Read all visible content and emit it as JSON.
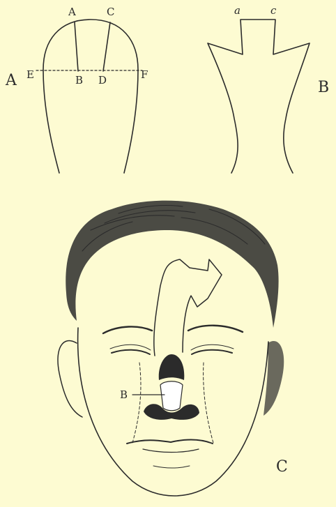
{
  "figure_a": {
    "panel_label": "A",
    "points": {
      "a": "A",
      "c": "C",
      "e": "E",
      "b": "B",
      "d": "D",
      "f": "F"
    }
  },
  "figure_b": {
    "panel_label": "B",
    "points": {
      "a": "a",
      "c": "c"
    }
  },
  "figure_c": {
    "panel_label": "C",
    "pointer_label": "B"
  },
  "colors": {
    "paper": "#fdfbd2",
    "ink": "#2b2b2b"
  }
}
